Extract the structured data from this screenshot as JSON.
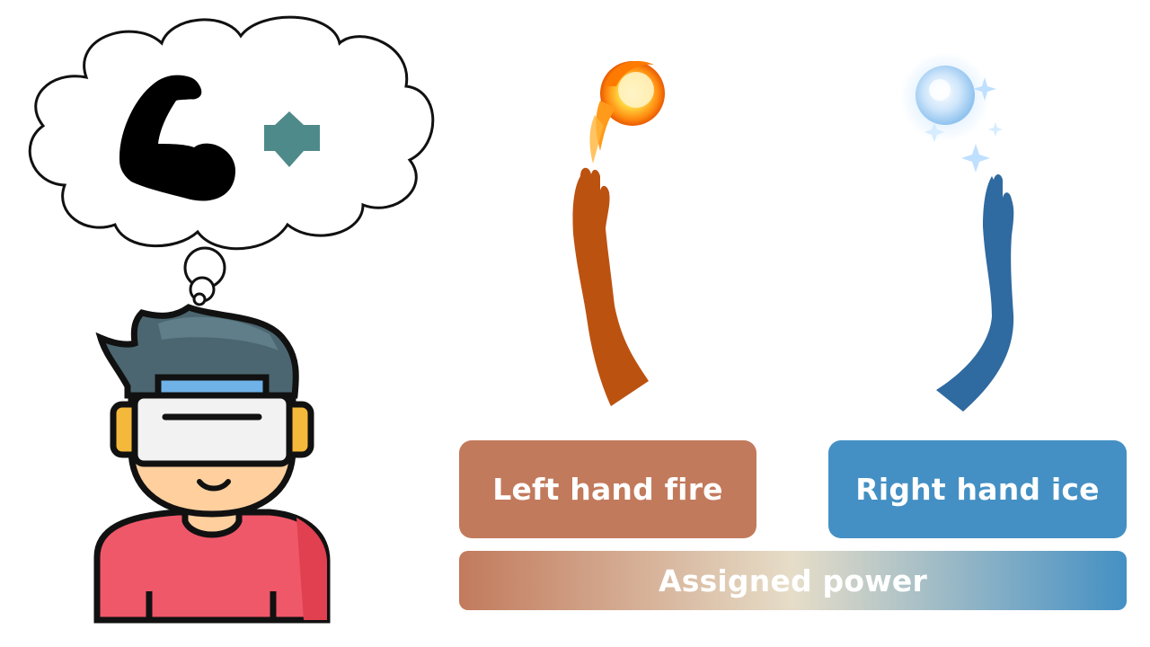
{
  "labels": {
    "left": "Left hand fire",
    "right": "Right hand ice",
    "bar": "Assigned power"
  },
  "icons": {
    "thought": "thought-bubble-icon",
    "muscle": "flexed-arm-icon",
    "diamond": "teal-octagon-icon",
    "user": "vr-headset-person-icon",
    "fire_arm": "raised-arm-fireball-icon",
    "ice_arm": "raised-arm-iceball-icon"
  },
  "colors": {
    "fire": "#c27a5c",
    "fire_arm": "#bc5210",
    "ice": "#4490c4",
    "ice_arm": "#2f6aa0",
    "teal": "#4f8a8a",
    "bar_mid": "#e6ddc8",
    "shirt": "#ef5869",
    "hair": "#4b6670",
    "skin": "#ffcf9e",
    "headset": "#f2f2f2",
    "visor": "#6fb2e8",
    "ear_pads": "#f4b83a"
  }
}
